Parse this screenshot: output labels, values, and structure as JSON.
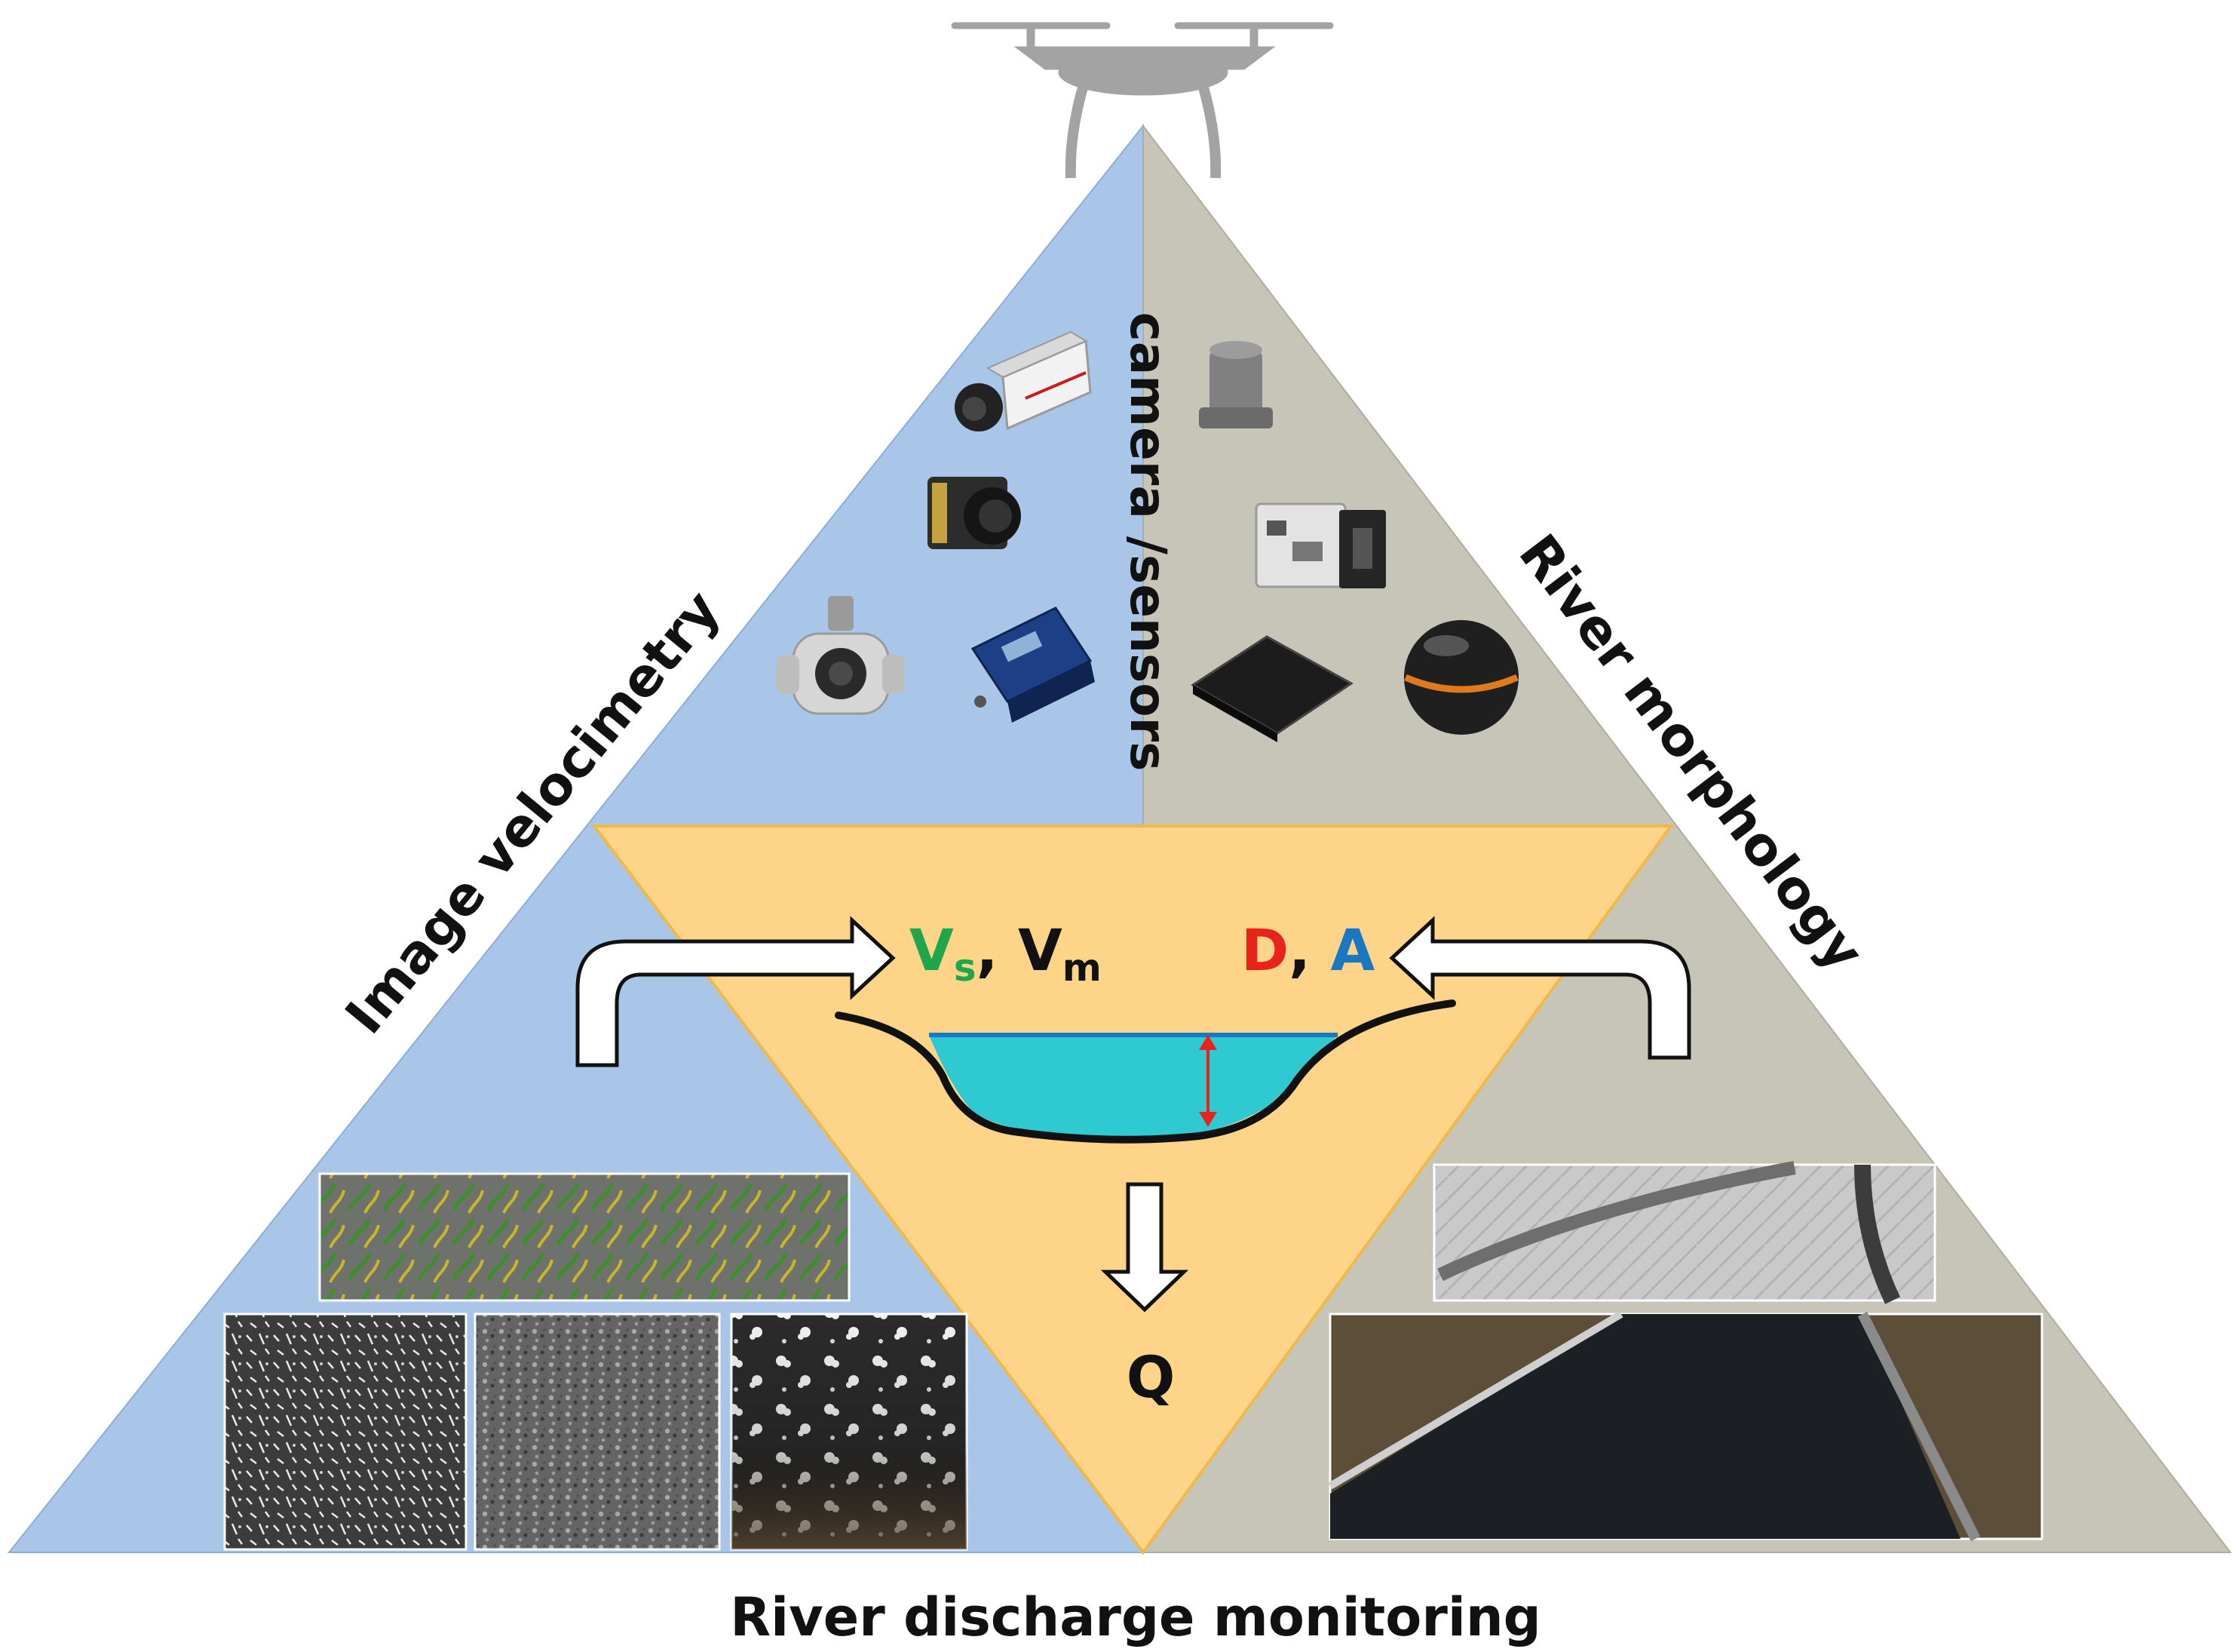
{
  "labels": {
    "left_side": "Image velocimetry",
    "right_side": "River morphology",
    "center_vertical": "camera /sensors",
    "base_caption": "River discharge monitoring"
  },
  "quantities": {
    "velocity": {
      "v": "V",
      "s": "s",
      "sep": ", ",
      "m": "m"
    },
    "geometry": {
      "d": "D",
      "sep": ", ",
      "a": "A"
    },
    "discharge": "Q"
  },
  "colors": {
    "left_panel": "#a9c6e8",
    "right_panel": "#c6c5b8",
    "center_panel": "#fdd488",
    "center_border": "#f0b94a",
    "water": "#2ec9d1",
    "velocity_s": "#1fa64a",
    "d_label": "#e8231b",
    "a_label": "#1a78c2",
    "depth_arrow": "#e8231b",
    "drone": "#a3a3a3"
  },
  "icons": {
    "drone": "quadcopter-drone-icon",
    "devices": [
      "industrial-camera",
      "thermal-camera",
      "gimbal-camera",
      "data-logger",
      "lidar-sensor",
      "scanner-sensor",
      "radar-chip",
      "sonar-sphere"
    ]
  }
}
